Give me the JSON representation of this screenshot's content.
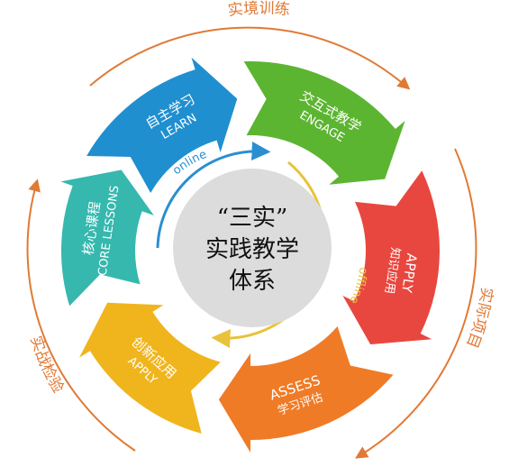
{
  "center": {
    "line1": "“三实”",
    "line2": "实践教学",
    "line3": "体系"
  },
  "outer_labels": {
    "top": "实境训练",
    "right": "实际项目",
    "left": "实战检验"
  },
  "inner_labels": {
    "online": "online",
    "offline": "offline"
  },
  "segments": [
    {
      "key": "learn",
      "line1": "自主学习",
      "line2": "LEARN",
      "color": "#1f8fd0"
    },
    {
      "key": "engage",
      "line1": "交互式教学",
      "line2": "ENGAGE",
      "color": "#5cb531"
    },
    {
      "key": "apply",
      "line1": "APPLY",
      "line2": "知识应用",
      "color": "#e8473f"
    },
    {
      "key": "assess",
      "line1": "ASSESS",
      "line2": "学习评估",
      "color": "#f07b26"
    },
    {
      "key": "create",
      "line1": "创新应用",
      "line2": "APPLY",
      "color": "#f0b51c"
    },
    {
      "key": "core",
      "line1": "核心课程",
      "line2": "CORE LESSONS",
      "color": "#36b8ae"
    }
  ],
  "colors": {
    "outer_arrow": "#e07a35",
    "inner_online": "#2a8fd0",
    "inner_offline": "#e8c23a",
    "center_disc": "#dcdcdc"
  }
}
